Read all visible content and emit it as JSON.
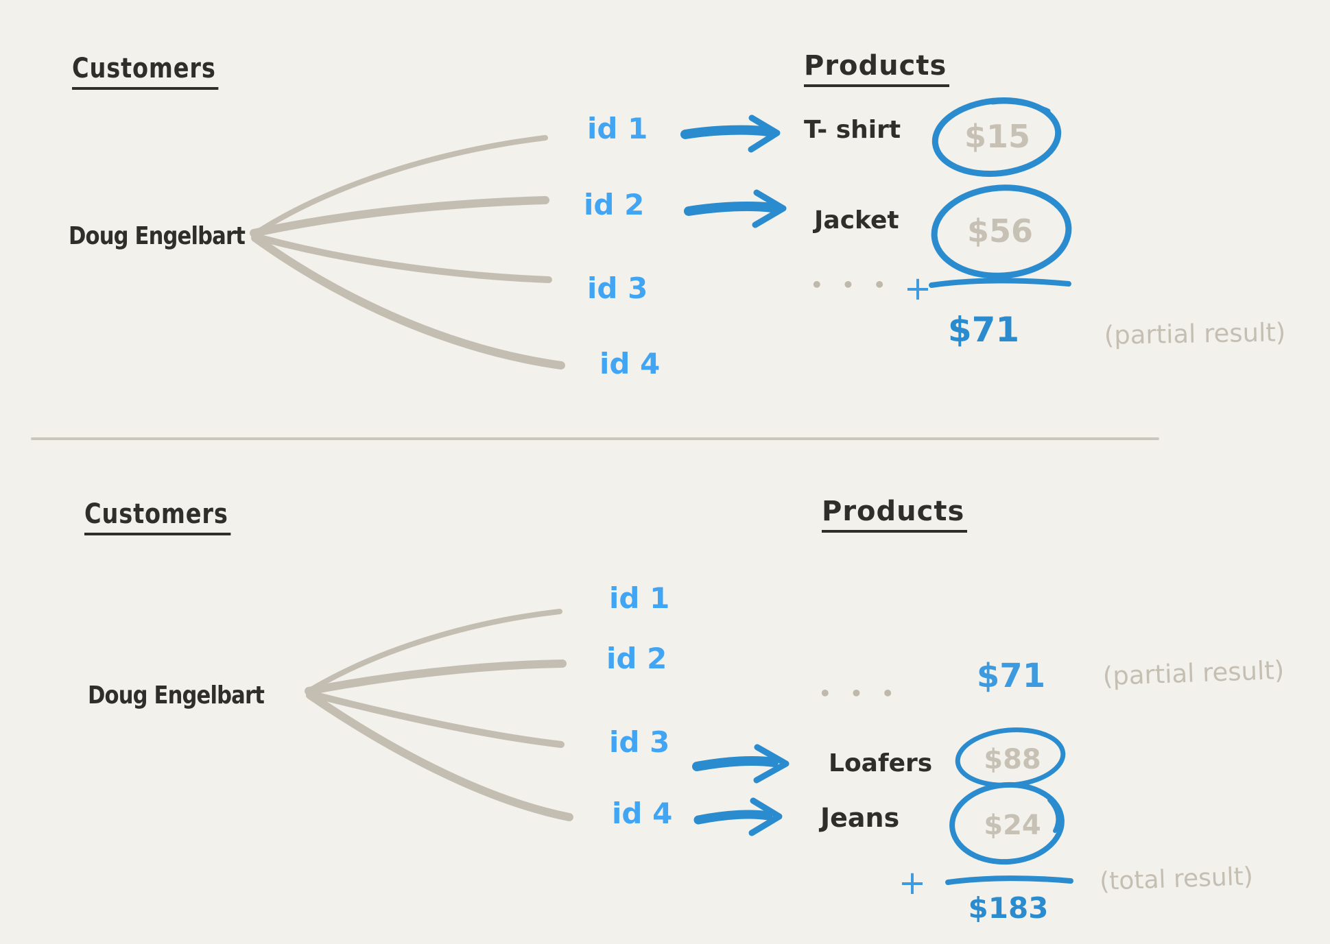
{
  "palette": {
    "background": "#f3f1ec",
    "ink_black": "#2f2e2b",
    "fan_gray": "#c4beb2",
    "muted_gray_text": "#c5bfb3",
    "accent_blue": "#2a8ccf",
    "light_blue": "#42a5f3",
    "divider_gray": "#ccc7bc"
  },
  "top": {
    "customers_heading": "Customers",
    "products_heading": "Products",
    "customer_name": "Doug Engelbart",
    "ids": [
      "id 1",
      "id 2",
      "id 3",
      "id 4"
    ],
    "mappings": [
      {
        "product": "T- shirt",
        "price": "$15"
      },
      {
        "product": "Jacket",
        "price": "$56"
      }
    ],
    "ellipsis": "• • •",
    "plus_sign": "+",
    "partial_sum": "$71",
    "partial_note": "(partial result)"
  },
  "bottom": {
    "customers_heading": "Customers",
    "products_heading": "Products",
    "customer_name": "Doug Engelbart",
    "ids": [
      "id 1",
      "id 2",
      "id 3",
      "id 4"
    ],
    "ellipsis": "• • •",
    "carried_partial_sum": "$71",
    "partial_note": "(partial result)",
    "mappings": [
      {
        "product": "Loafers",
        "price": "$88"
      },
      {
        "product": "Jeans",
        "price": "$24"
      }
    ],
    "plus_sign": "+",
    "total_sum": "$183",
    "total_note": "(total result)"
  }
}
